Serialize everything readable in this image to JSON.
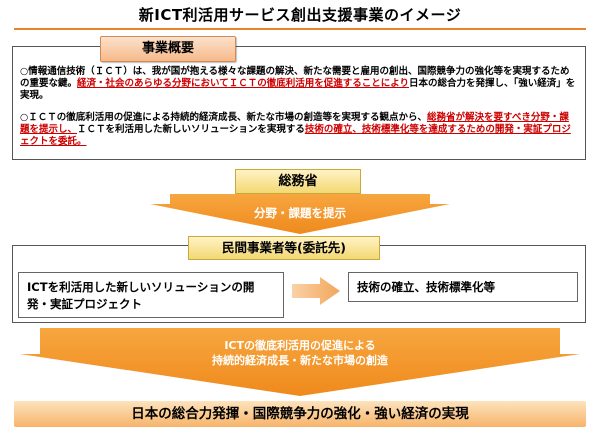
{
  "title": "新ICT利活用サービス創出支援事業のイメージ",
  "overview": {
    "tab_label": "事業概要",
    "para1": {
      "part1": "○情報通信技術（ＩＣＴ）は、我が国が抱える様々な課題の解決、新たな需要と雇用の創出、国際競争力の強化等を実現するための重要な鍵。",
      "part2_red": "経済・社会のあらゆる分野においてＩＣＴの徹底利活用を促進することにより",
      "part3": "日本の総合力を発揮し、「強い経済」を実現。"
    },
    "para2": {
      "part1": "○ＩＣＴの徹底利活用の促進による持続的経済成長、新たな市場の創造等を実現する観点から、",
      "part2_red": "総務省が解決を要すべき分野・課題を提示し、",
      "part3": "ＩＣＴを利活用した新しいソリューションを実現する",
      "part4_red": "技術の確立、技術標準化等を達成するための開発・実証プロジェクトを委託。"
    }
  },
  "ministry": {
    "label": "総務省"
  },
  "arrow1": {
    "label": "分野・課題を提示"
  },
  "operators": {
    "tab_label": "民間事業者等(委託先)",
    "solution_label": "ICTを利活用した新しいソリューションの開発・実証プロジェクト",
    "standard_label": "技術の確立、技術標準化等"
  },
  "arrow2": {
    "line1": "ICTの徹底利活用の促進による",
    "line2": "持続的経済成長・新たな市場の創造"
  },
  "bottom": {
    "label": "日本の総合力発揮・国際競争力の強化・強い経済の実現"
  },
  "colors": {
    "accent_orange": "#f39a2c",
    "tab_orange": "#f6b98a",
    "tab_yellow": "#f3d874",
    "emphasis_red": "#cc0000"
  }
}
